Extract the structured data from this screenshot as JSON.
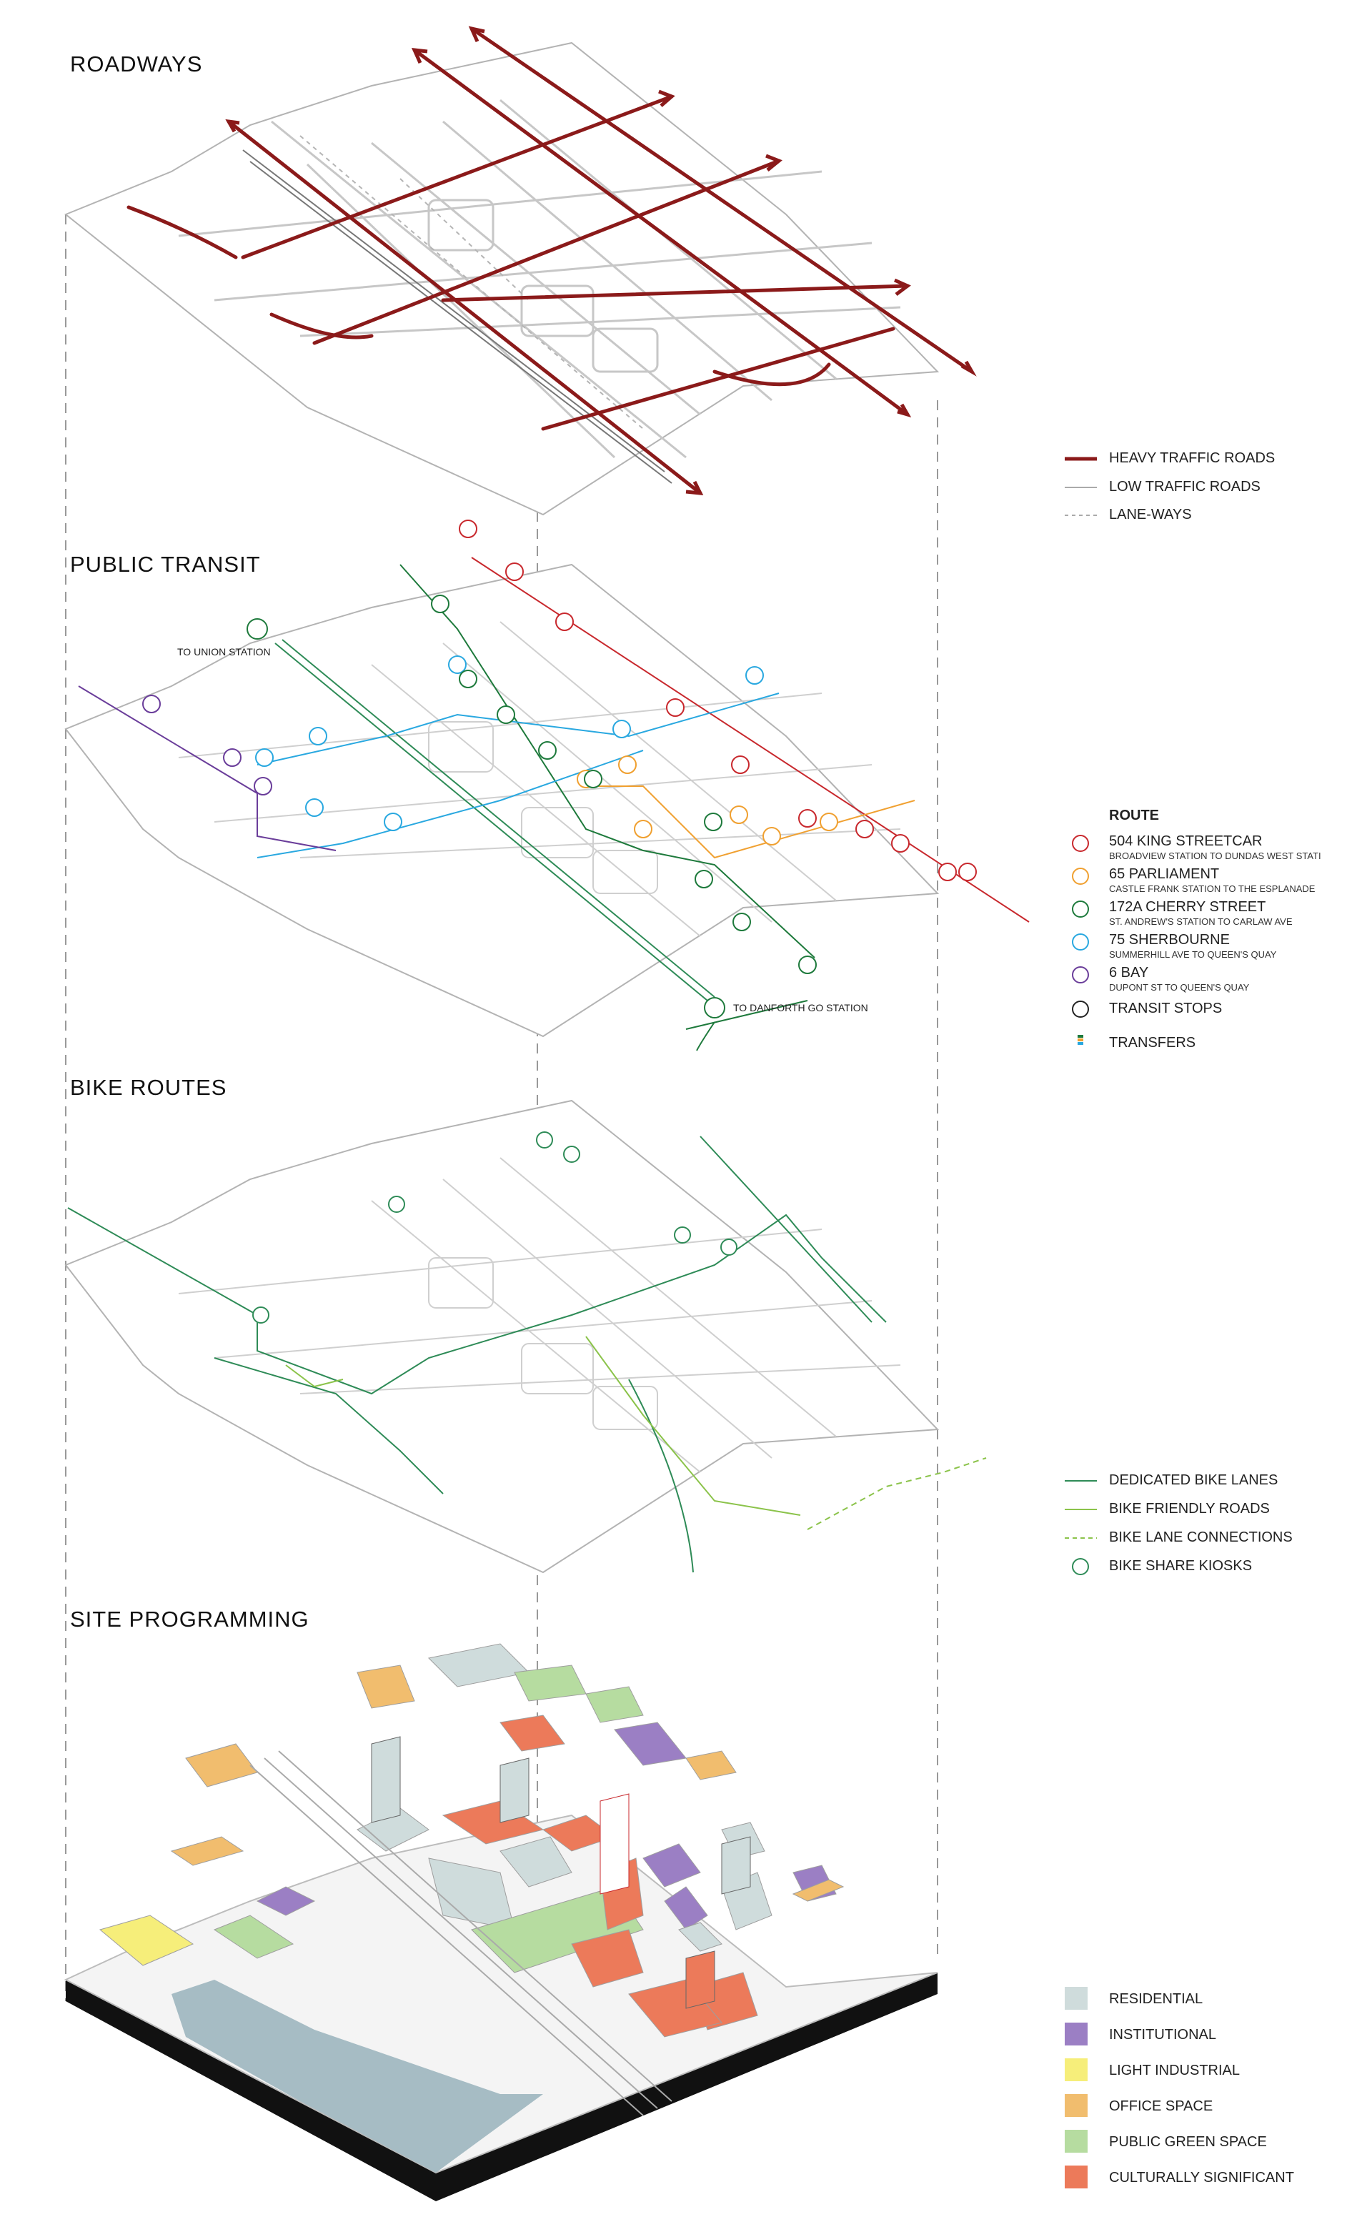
{
  "sections": {
    "roadways": "ROADWAYS",
    "public_transit": "PUBLIC TRANSIT",
    "bike_routes": "BIKE ROUTES",
    "site_programming": "SITE PROGRAMMING"
  },
  "roadways_legend": [
    {
      "label": "HEAVY TRAFFIC ROADS",
      "color": "#8b1a1a",
      "style": "thick"
    },
    {
      "label": "LOW TRAFFIC ROADS",
      "color": "#aaaaaa",
      "style": "thin"
    },
    {
      "label": "LANE-WAYS",
      "color": "#aaaaaa",
      "style": "dashed"
    }
  ],
  "transit_legend": {
    "heading": "ROUTE",
    "routes": [
      {
        "label": "504 KING STREETCAR",
        "sub": "BROADVIEW STATION TO DUNDAS WEST STATI",
        "color": "#c8282d"
      },
      {
        "label": "65 PARLIAMENT",
        "sub": "CASTLE FRANK STATION TO THE ESPLANADE",
        "color": "#f0a030"
      },
      {
        "label": "172A CHERRY STREET",
        "sub": "ST. ANDREW'S STATION TO CARLAW AVE",
        "color": "#1e7a3c"
      },
      {
        "label": "75 SHERBOURNE",
        "sub": "SUMMERHILL AVE TO QUEEN'S QUAY",
        "color": "#29a8e0"
      },
      {
        "label": "6 BAY",
        "sub": "DUPONT ST TO QUEEN'S QUAY",
        "color": "#6a3d9a"
      }
    ],
    "stops_label": "TRANSIT STOPS",
    "transfers_label": "TRANSFERS"
  },
  "transit_annotations": {
    "union": "TO UNION STATION",
    "danforth": "TO DANFORTH GO STATION"
  },
  "bike_legend": [
    {
      "label": "DEDICATED BIKE LANES",
      "color": "#2e8b57"
    },
    {
      "label": "BIKE FRIENDLY ROADS",
      "color": "#8bc34a"
    },
    {
      "label": "BIKE LANE CONNECTIONS",
      "color": "#8bc34a"
    },
    {
      "label": "BIKE SHARE KIOSKS",
      "color": "#2e8b57"
    }
  ],
  "program_legend": [
    {
      "label": "RESIDENTIAL",
      "color": "#cfdcdc"
    },
    {
      "label": "INSTITUTIONAL",
      "color": "#9b7fc4"
    },
    {
      "label": "LIGHT INDUSTRIAL",
      "color": "#f6ee7a"
    },
    {
      "label": "OFFICE SPACE",
      "color": "#f1bd6e"
    },
    {
      "label": "PUBLIC GREEN SPACE",
      "color": "#b6dca0"
    },
    {
      "label": "CULTURALLY SIGNIFICANT",
      "color": "#ec7a5a"
    }
  ]
}
